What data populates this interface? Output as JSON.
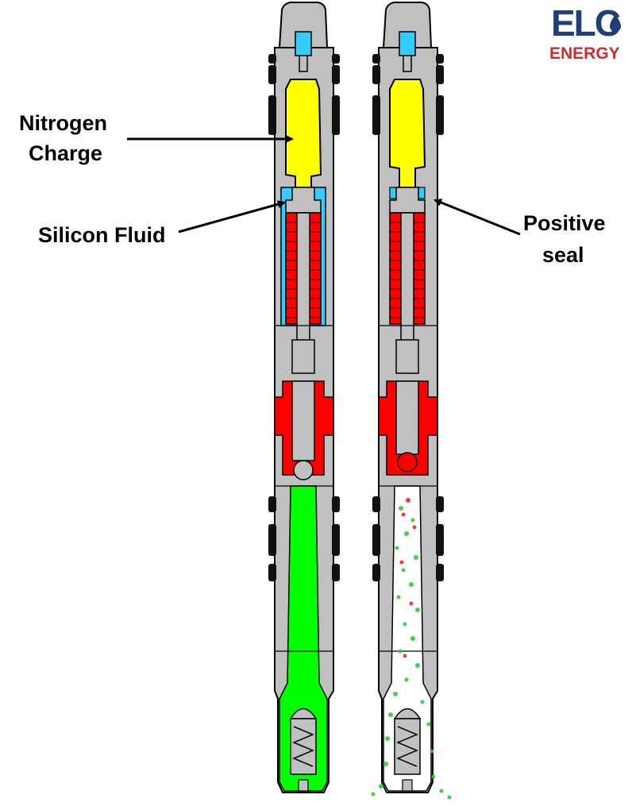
{
  "labels": {
    "nitrogen_line1": "Nitrogen",
    "nitrogen_line2": "Charge",
    "silicon": "Silicon Fluid",
    "positive_line1": "Positive",
    "positive_line2": "seal"
  },
  "logo": {
    "main": "ELC",
    "sub": "ENERGY",
    "main_color": "#1f3f7a",
    "sub_color": "#d42a2a"
  },
  "colors": {
    "body": "#c0c0c0",
    "outline": "#000000",
    "nitrogen": "#ffff00",
    "silicon": "#33ccff",
    "bellows": "#ff0000",
    "fluid": "#00ff00"
  }
}
